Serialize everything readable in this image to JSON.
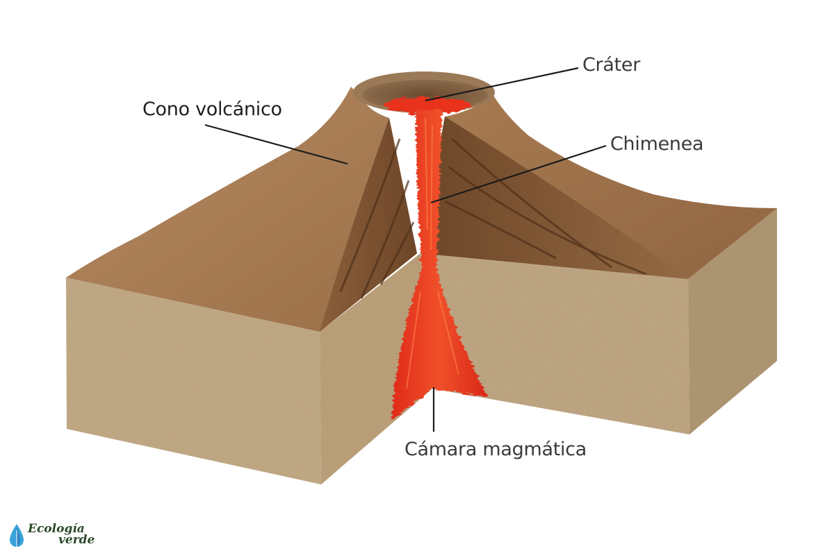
{
  "labels": {
    "cone": "Cono volcánico",
    "crater": "Cráter",
    "chimney": "Chimenea",
    "chamber": "Cámara magmática"
  },
  "logo": {
    "line1": "Ecología",
    "line2": "verde"
  },
  "colors": {
    "cone_light": "#a77a52",
    "cone_dark": "#7c5334",
    "block_side": "#c3aa86",
    "magma": "#e8321f",
    "magma_light": "#f26a3a",
    "leader_line": "#1a1a1a",
    "label_text": "#3a3a3a",
    "logo_green": "#2b4a2a",
    "logo_blue": "#3aa1d9"
  }
}
